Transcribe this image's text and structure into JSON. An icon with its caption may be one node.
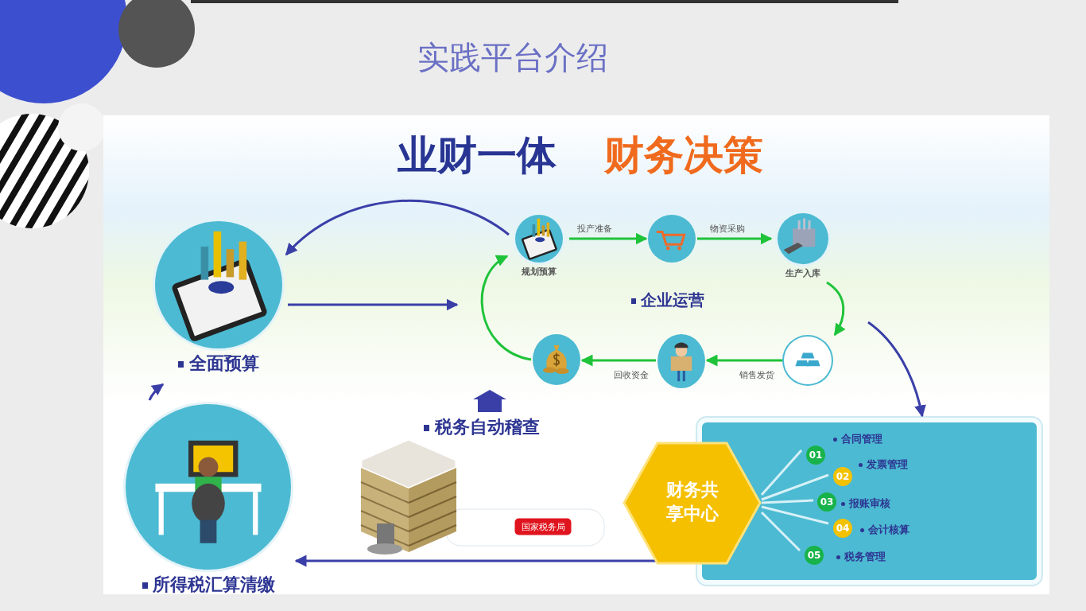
{
  "diagram": {
    "title": "实践平台介绍",
    "nodes": [
      {
        "text": [
          "全面预算"
        ]
      },
      {
        "text": [
          "规划预算"
        ]
      },
      {
        "text": [],
        "shape": "picture"
      },
      {
        "text": [
          "生产入库"
        ]
      },
      {
        "text": [],
        "shape": "picture"
      },
      {
        "text": [],
        "shape": "picture"
      },
      {
        "text": [],
        "shape": "picture"
      },
      {
        "text": [
          "企业运营"
        ]
      },
      {
        "text": [
          "税务自动稽查"
        ]
      },
      {
        "text": [],
        "shape": "box"
      },
      {
        "text": [
          "财务共享中心"
        ]
      },
      {
        "text": [
          "01"
        ],
        "beside": [
          "合同管理"
        ],
        "in": 9
      },
      {
        "text": [
          "02"
        ],
        "beside": [
          "发票管理"
        ],
        "in": 9
      },
      {
        "text": [
          "03"
        ],
        "beside": [
          "报账审核"
        ],
        "in": 9
      },
      {
        "text": [
          "04"
        ],
        "beside": [
          "会计核算"
        ],
        "in": 9
      },
      {
        "text": [
          "05"
        ],
        "beside": [
          "税务管理"
        ],
        "in": 9
      },
      {
        "text": [],
        "shape": "picture"
      },
      {
        "text": [
          "所得税汇算清缴"
        ]
      }
    ],
    "edges": [
      {
        "from": 1,
        "to": 0,
        "arrow": "to",
        "color": "#3a3fa8"
      },
      {
        "from": 0,
        "to": null,
        "arrow": "to",
        "color": "#3a3fa8"
      },
      {
        "from": 1,
        "to": 2,
        "arrow": "to",
        "label": "投产准备",
        "color": "#1fc33a"
      },
      {
        "from": 2,
        "to": 3,
        "arrow": "to",
        "label": "物资采购",
        "color": "#1fc33a"
      },
      {
        "from": 3,
        "to": 4,
        "arrow": "to",
        "color": "#1fc33a"
      },
      {
        "from": 4,
        "to": 5,
        "arrow": "to",
        "label": "销售发货",
        "color": "#1fc33a"
      },
      {
        "from": 5,
        "to": 6,
        "arrow": "to",
        "label": "回收资金",
        "color": "#1fc33a"
      },
      {
        "from": 6,
        "to": 1,
        "arrow": "to",
        "color": "#1fc33a"
      },
      {
        "from": null,
        "to": 9,
        "arrow": "to",
        "color": "#3a3fa8"
      },
      {
        "from": 10,
        "to": 17,
        "arrow": "to",
        "color": "#3a3fa8"
      },
      {
        "from": 17,
        "to": 0,
        "arrow": "to",
        "color": "#3a3fa8"
      },
      {
        "from": 10,
        "to": 11,
        "arrow": "none",
        "color": "#d6f1f8"
      },
      {
        "from": 10,
        "to": 12,
        "arrow": "none",
        "color": "#d6f1f8"
      },
      {
        "from": 10,
        "to": 13,
        "arrow": "none",
        "color": "#d6f1f8"
      },
      {
        "from": 10,
        "to": 14,
        "arrow": "none",
        "color": "#d6f1f8"
      },
      {
        "from": 10,
        "to": 15,
        "arrow": "none",
        "color": "#d6f1f8"
      }
    ],
    "labels": [
      "业财一体",
      "财务决策",
      "国家税务局"
    ]
  }
}
